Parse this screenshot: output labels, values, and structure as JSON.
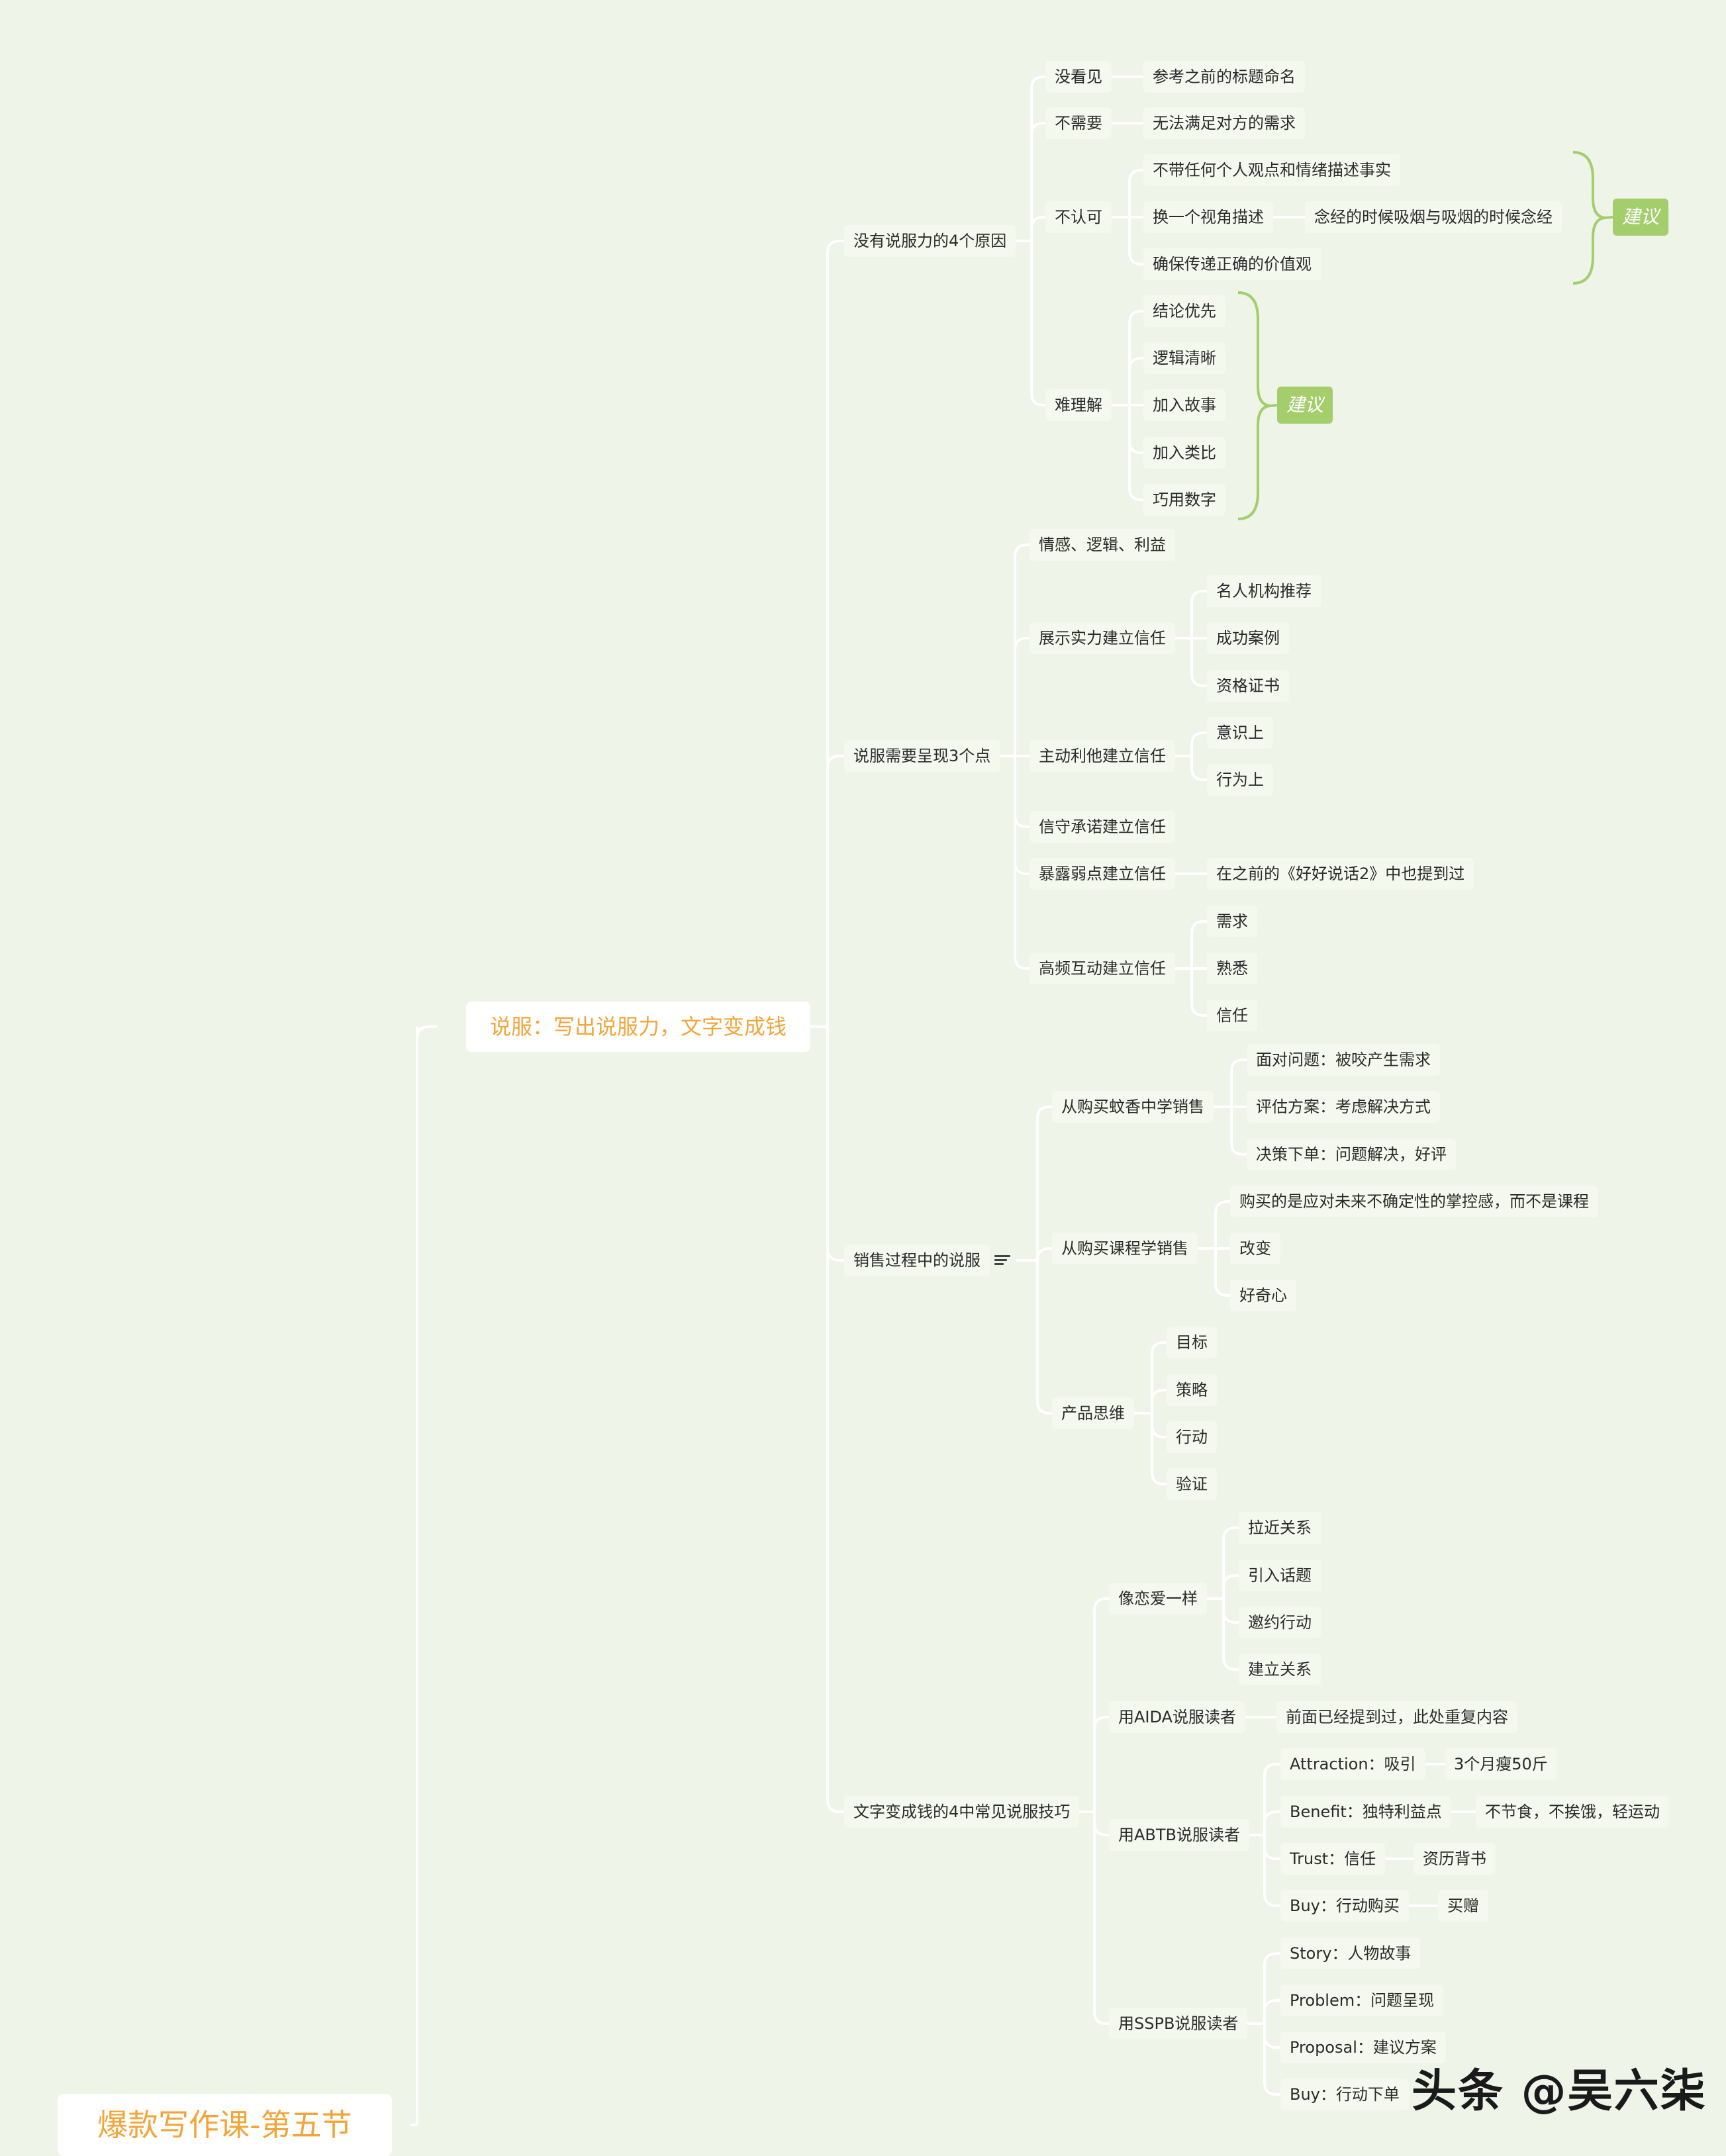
{
  "root": "爆款写作课-第五节",
  "main": "说服：写出说服力，文字变成钱",
  "badges": [
    "建议",
    "建议"
  ],
  "watermark": "头条 @吴六柒",
  "branches": [
    {
      "label": "没有说服力的4个原因",
      "children": [
        {
          "label": "没看见",
          "children": [
            {
              "label": "参考之前的标题命名"
            }
          ]
        },
        {
          "label": "不需要",
          "children": [
            {
              "label": "无法满足对方的需求"
            }
          ]
        },
        {
          "label": "不认可",
          "children": [
            {
              "label": "不带任何个人观点和情绪描述事实"
            },
            {
              "label": "换一个视角描述",
              "children": [
                {
                  "label": "念经的时候吸烟与吸烟的时候念经"
                }
              ]
            },
            {
              "label": "确保传递正确的价值观"
            }
          ]
        },
        {
          "label": "难理解",
          "children": [
            {
              "label": "结论优先"
            },
            {
              "label": "逻辑清晰"
            },
            {
              "label": "加入故事"
            },
            {
              "label": "加入类比"
            },
            {
              "label": "巧用数字"
            }
          ]
        }
      ]
    },
    {
      "label": "说服需要呈现3个点",
      "children": [
        {
          "label": "情感、逻辑、利益"
        },
        {
          "label": "展示实力建立信任",
          "children": [
            {
              "label": "名人机构推荐"
            },
            {
              "label": "成功案例"
            },
            {
              "label": "资格证书"
            }
          ]
        },
        {
          "label": "主动利他建立信任",
          "children": [
            {
              "label": "意识上"
            },
            {
              "label": "行为上"
            }
          ]
        },
        {
          "label": "信守承诺建立信任"
        },
        {
          "label": "暴露弱点建立信任",
          "children": [
            {
              "label": "在之前的《好好说话2》中也提到过"
            }
          ]
        },
        {
          "label": "高频互动建立信任",
          "children": [
            {
              "label": "需求"
            },
            {
              "label": "熟悉"
            },
            {
              "label": "信任"
            }
          ]
        }
      ]
    },
    {
      "label": "销售过程中的说服",
      "children": [
        {
          "label": "从购买蚊香中学销售",
          "children": [
            {
              "label": "面对问题：被咬产生需求"
            },
            {
              "label": "评估方案：考虑解决方式"
            },
            {
              "label": "决策下单：问题解决，好评"
            }
          ]
        },
        {
          "label": "从购买课程学销售",
          "children": [
            {
              "label": "购买的是应对未来不确定性的掌控感，而不是课程"
            },
            {
              "label": "改变"
            },
            {
              "label": "好奇心"
            }
          ]
        },
        {
          "label": "产品思维",
          "children": [
            {
              "label": "目标"
            },
            {
              "label": "策略"
            },
            {
              "label": "行动"
            },
            {
              "label": "验证"
            }
          ]
        }
      ]
    },
    {
      "label": "文字变成钱的4中常见说服技巧",
      "children": [
        {
          "label": "像恋爱一样",
          "children": [
            {
              "label": "拉近关系"
            },
            {
              "label": "引入话题"
            },
            {
              "label": "邀约行动"
            },
            {
              "label": "建立关系"
            }
          ]
        },
        {
          "label": "用AIDA说服读者",
          "children": [
            {
              "label": "前面已经提到过，此处重复内容"
            }
          ]
        },
        {
          "label": "用ABTB说服读者",
          "children": [
            {
              "label": "Attraction：吸引",
              "children": [
                {
                  "label": "3个月瘦50斤"
                }
              ]
            },
            {
              "label": "Benefit：独特利益点",
              "children": [
                {
                  "label": "不节食，不挨饿，轻运动"
                }
              ]
            },
            {
              "label": "Trust：信任",
              "children": [
                {
                  "label": "资历背书"
                }
              ]
            },
            {
              "label": "Buy：行动购买",
              "children": [
                {
                  "label": "买赠"
                }
              ]
            }
          ]
        },
        {
          "label": "用SSPB说服读者",
          "children": [
            {
              "label": "Story：人物故事"
            },
            {
              "label": "Problem：问题呈现"
            },
            {
              "label": "Proposal：建议方案"
            },
            {
              "label": "Buy：行动下单"
            }
          ]
        }
      ]
    }
  ]
}
